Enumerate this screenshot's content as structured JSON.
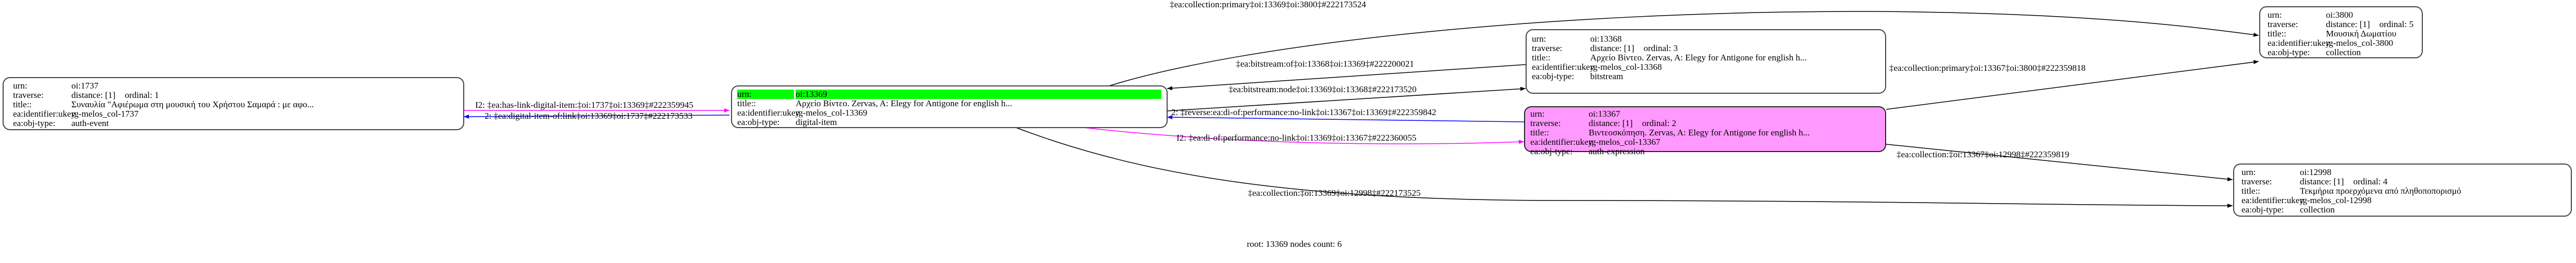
{
  "nodes": {
    "n1737": {
      "urn_label": "urn:",
      "urn": "oi:1737",
      "traverse_label": "traverse:",
      "distance": "distance: [1]",
      "ordinal": "ordinal: 1",
      "title_label": "title::",
      "title": "Συναυλία \"Αφιέρωμα στη μουσική του Χρήστου Σαμαρά : με αφο...",
      "ukey_label": "ea:identifier:ukey",
      "ukey": "rg-melos_col-1737",
      "type_label": "ea:obj-type:",
      "type": "auth-event"
    },
    "n13369": {
      "urn_label": "urn:",
      "urn": "oi:13369",
      "title_label": "title::",
      "title": "Αρχείο Βίντεο. Zervas, A: Elegy for Antigone for english h...",
      "ukey_label": "ea:identifier:ukey",
      "ukey": "rg-melos_col-13369",
      "type_label": "ea:obj-type:",
      "type": "digital-item"
    },
    "n13368": {
      "urn_label": "urn:",
      "urn": "oi:13368",
      "traverse_label": "traverse:",
      "distance": "distance: [1]",
      "ordinal": "ordinal: 3",
      "title_label": "title::",
      "title": "Αρχείο Βίντεο. Zervas, A: Elegy for Antigone for english h...",
      "ukey_label": "ea:identifier:ukey",
      "ukey": "rg-melos_col-13368",
      "type_label": "ea:obj-type:",
      "type": "bitstream"
    },
    "n13367": {
      "urn_label": "urn:",
      "urn": "oi:13367",
      "traverse_label": "traverse:",
      "distance": "distance: [1]",
      "ordinal": "ordinal: 2",
      "title_label": "title::",
      "title": "Βιντεοσκόπηση. Zervas, A: Elegy for Antigone for english h...",
      "ukey_label": "ea:identifier:ukey",
      "ukey": "rg-melos_col-13367",
      "type_label": "ea:obj-type:",
      "type": "auth-expression"
    },
    "n3800": {
      "urn_label": "urn:",
      "urn": "oi:3800",
      "traverse_label": "traverse:",
      "distance": "distance: [1]",
      "ordinal": "ordinal: 5",
      "title_label": "title::",
      "title": "Μουσική Δωματίου",
      "ukey_label": "ea:identifier:ukey",
      "ukey": "rg-melos_col-3800",
      "type_label": "ea:obj-type:",
      "type": "collection"
    },
    "n12998": {
      "urn_label": "urn:",
      "urn": "oi:12998",
      "traverse_label": "traverse:",
      "distance": "distance: [1]",
      "ordinal": "ordinal: 4",
      "title_label": "title::",
      "title": "Τεκμήρια προερχόμενα από πληθοποπορισμό",
      "ukey_label": "ea:identifier:ukey",
      "ukey": "rg-melos_col-12998",
      "type_label": "ea:obj-type:",
      "type": "collection"
    }
  },
  "edges": {
    "e1": "I2: ‡ea:has-link-digital-item:‡oi:1737‡oi:13369‡#222359945",
    "e2": "2: ‡ea:digital-item-of:link‡oi:13369‡oi:1737‡#222173533",
    "e3": "‡ea:collection:primary‡oi:13369‡oi:3800‡#222173524",
    "e4": "‡ea:bitstream:of‡oi:13368‡oi:13369‡#222200021",
    "e5": "‡ea:bitstream:node‡oi:13369‡oi:13368‡#222173520",
    "e6": "2: ‡reverse:ea:di-of:performance:no-link‡oi:13367‡oi:13369‡#222359842",
    "e7": "I2: ‡ea:di-of:performance:no-link‡oi:13369‡oi:13367‡#222360055",
    "e8": "‡ea:collection:primary‡oi:13367‡oi:3800‡#222359818",
    "e9": "‡ea:collection:‡oi:13367‡oi:12998‡#222359819",
    "e10": "‡ea:collection:‡oi:13369‡oi:12998‡#222173525"
  },
  "colors": {
    "root_highlight": "#00ff00",
    "expression_fill": "#ff99ff",
    "edge_magenta": "#ff00ff",
    "edge_blue": "#0000ff",
    "edge_default": "#000000"
  },
  "footer": "root: 13369 nodes count: 6"
}
